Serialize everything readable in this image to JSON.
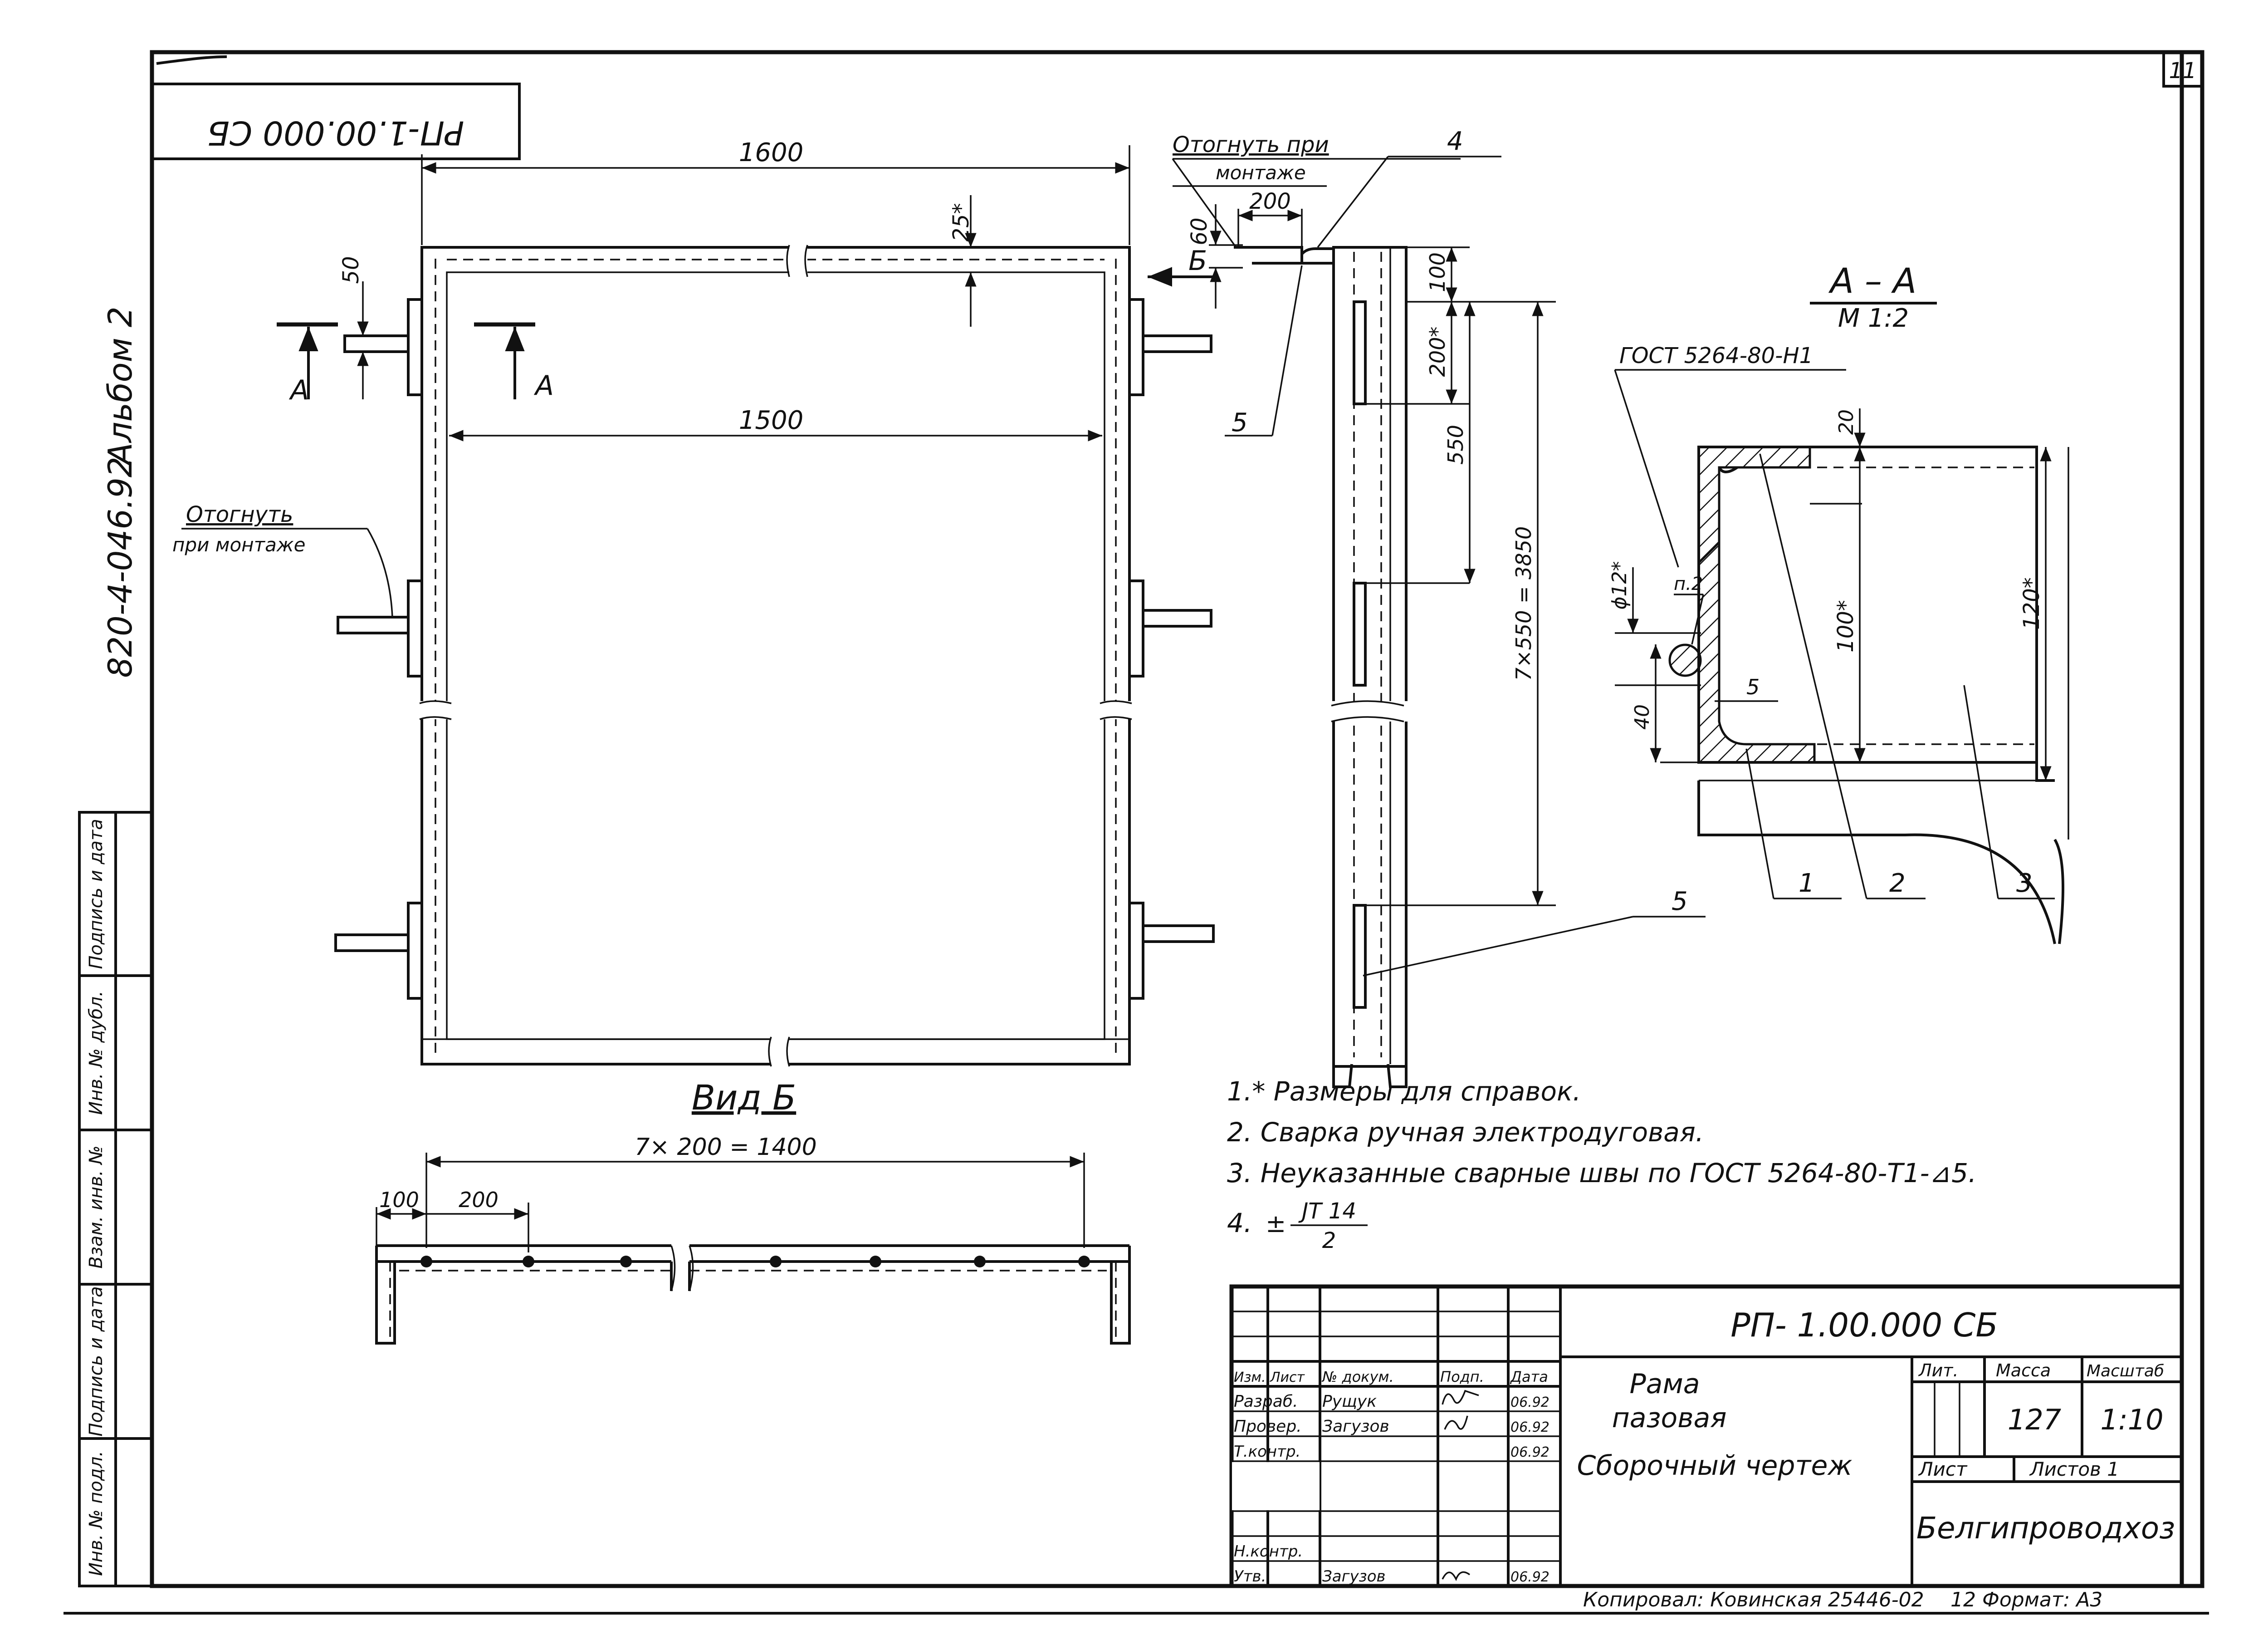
{
  "sheet": {
    "page_number": "11",
    "stamp_code": "РП-1.00.000 СБ",
    "album_code": "820-4-046.92",
    "album_label": "Альбом 2"
  },
  "left_strip": {
    "rows": [
      "Подпись и дата",
      "Инв. № дубл.",
      "Взам. инв. №",
      "Подпись и дата",
      "Инв. № подл."
    ]
  },
  "main_view": {
    "dim_total_width": "1600",
    "dim_inner_width": "1500",
    "dim_top_gap": "25*",
    "dim_lug": "50",
    "section_letter_left": "А",
    "section_letter_right": "А",
    "view_letter": "Б",
    "note_bend": [
      "Отогнуть",
      "при монтаже"
    ]
  },
  "side_view": {
    "note_bend": [
      "Отогнуть  при",
      "монтаже"
    ],
    "dim_lug_len": "200",
    "dim_lug_h": "60",
    "dim_top": "100",
    "dim_lug_spacing": "200*",
    "dim_pitch": "550",
    "dim_total": "7×550 = 3850",
    "callout_4": "4",
    "callout_5a": "5",
    "callout_5b": "5"
  },
  "section_aa": {
    "title": "А – А",
    "scale": "М 1:2",
    "weld_spec": "ГОСТ 5264-80-Н1",
    "dim_20": "20",
    "dim_100": "100*",
    "dim_120": "120*",
    "dim_d12": "ϕ12*",
    "dim_40": "40",
    "dim_5": "5",
    "dim_n2": "п.2",
    "callout_1": "1",
    "callout_2": "2",
    "callout_3": "3"
  },
  "view_b": {
    "title": "Вид Б",
    "dim_total": "7× 200 = 1400",
    "dim_100": "100",
    "dim_200": "200"
  },
  "notes": [
    "1.* Размеры для справок.",
    "2. Сварка ручная электродуговая.",
    "3. Неуказанные сварные швы по ГОСТ 5264-80-Т1-⊿5.",
    "4."
  ],
  "note4_tolerance": {
    "sign": "±",
    "numerator": "JT 14",
    "denominator": "2"
  },
  "title_block": {
    "designation": "РП- 1.00.000  СБ",
    "name_lines": [
      "Рама",
      "пазовая",
      "Сборочный  чертеж"
    ],
    "organization": "Белгипроводхоз",
    "headers": {
      "izm": "Изм.",
      "list": "Лист",
      "doc": "№ докум.",
      "sign": "Подп.",
      "date": "Дата",
      "lit": "Лит.",
      "mass": "Масса",
      "scale": "Масштаб",
      "sheet": "Лист",
      "sheets": "Листов 1"
    },
    "mass_value": "127",
    "scale_value": "1:10",
    "rows": [
      {
        "role": "Разраб.",
        "name": "Рущук",
        "date": "06.92"
      },
      {
        "role": "Провер.",
        "name": "Загузов",
        "date": "06.92"
      },
      {
        "role": "Т.контр.",
        "name": "",
        "date": "06.92"
      },
      {
        "role": "Н.контр.",
        "name": "",
        "date": ""
      },
      {
        "role": "Утв.",
        "name": "Загузов",
        "date": "06.92"
      }
    ],
    "copied": "Копировал: Ковинская 25446-02",
    "copied_num": "12",
    "format": "Формат: А3"
  }
}
